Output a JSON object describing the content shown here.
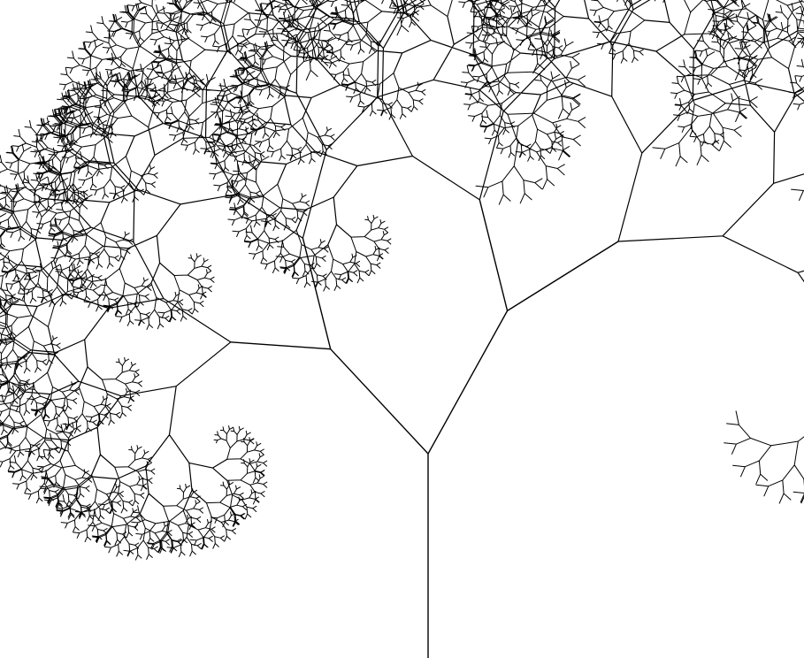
{
  "scene": {
    "subject": "fractal-tree",
    "background_color": "#ffffff",
    "stroke_color": "#000000",
    "fractal": {
      "trunk_angle_deg": -90,
      "left_turn_deg": 43,
      "right_turn_deg": 29,
      "left_length_ratio": 0.7,
      "right_length_ratio": 0.8,
      "recursion_depth": 13
    }
  }
}
